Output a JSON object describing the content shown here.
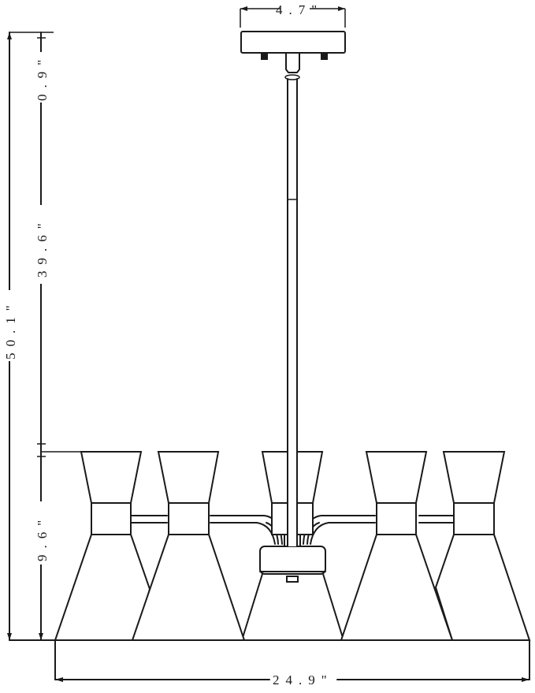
{
  "drawing": {
    "subject": "5-light chandelier dimension drawing",
    "line_color": "#1a1a1a",
    "background": "#ffffff"
  },
  "dimensions": {
    "canopy_width": "4.7\"",
    "canopy_height": "0.9\"",
    "rod_length": "39.6\"",
    "overall_height": "50.1\"",
    "shade_height": "9.6\"",
    "overall_width": "24.9\""
  },
  "fixture": {
    "shade_count": 5,
    "shades": [
      {
        "id": "shade-1",
        "position": "far-left"
      },
      {
        "id": "shade-2",
        "position": "left"
      },
      {
        "id": "shade-3",
        "position": "center"
      },
      {
        "id": "shade-4",
        "position": "right"
      },
      {
        "id": "shade-5",
        "position": "far-right"
      }
    ]
  }
}
